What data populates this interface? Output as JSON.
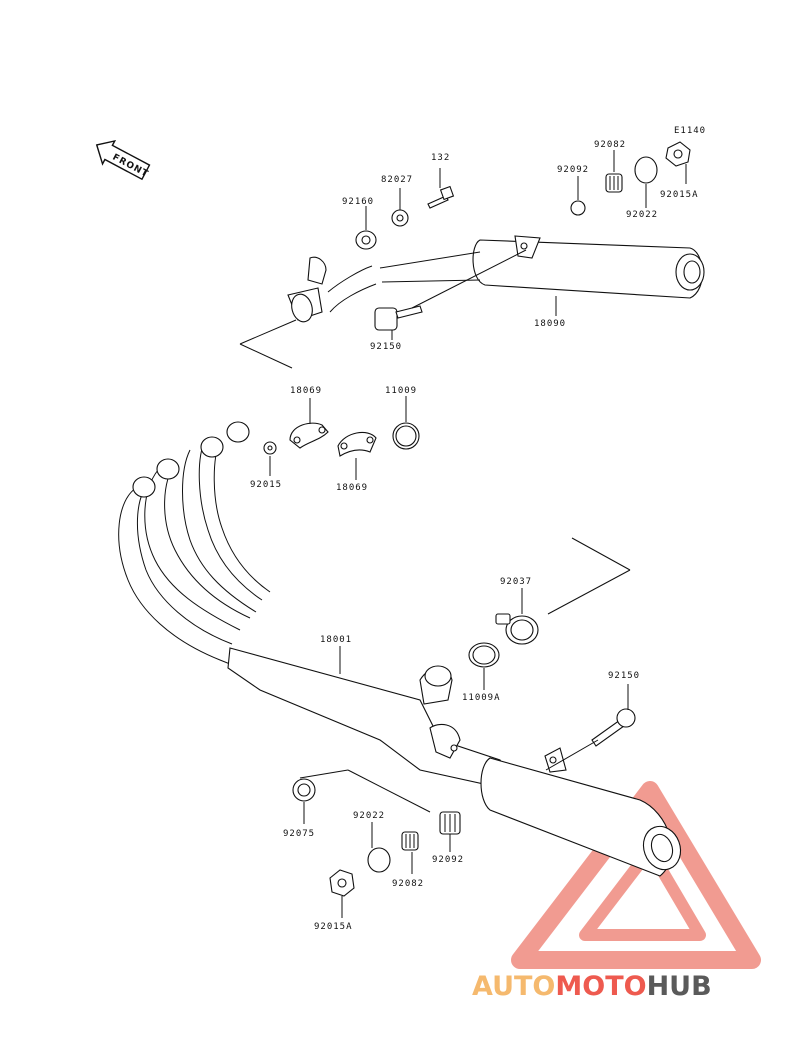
{
  "diagram": {
    "code": "E1140",
    "front_label": "FRONT",
    "parts": [
      {
        "id": "132"
      },
      {
        "id": "82027"
      },
      {
        "id": "92160"
      },
      {
        "id": "92092"
      },
      {
        "id": "92082"
      },
      {
        "id": "92022"
      },
      {
        "id": "92015A"
      },
      {
        "id": "18090"
      },
      {
        "id": "92150"
      },
      {
        "id": "18069"
      },
      {
        "id": "11009"
      },
      {
        "id": "92015"
      },
      {
        "id": "18069"
      },
      {
        "id": "92037"
      },
      {
        "id": "18001"
      },
      {
        "id": "11009A"
      },
      {
        "id": "92150"
      },
      {
        "id": "92075"
      },
      {
        "id": "92022"
      },
      {
        "id": "92092"
      },
      {
        "id": "92082"
      },
      {
        "id": "92015A"
      }
    ]
  },
  "watermark": {
    "part1": "AUTO",
    "part2": "MOTO",
    "part3": "HUB",
    "colors": {
      "auto": "#f5b96e",
      "moto": "#ee5a4f",
      "hub": "#5a5a5a",
      "triangle": "#ef8a7e"
    }
  }
}
